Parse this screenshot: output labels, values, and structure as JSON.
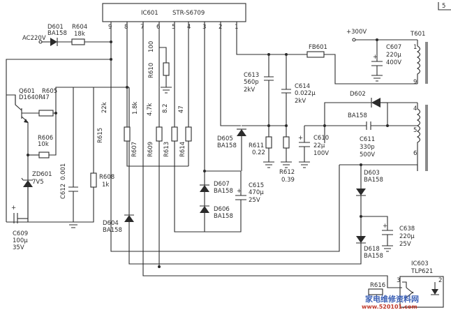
{
  "ic": {
    "ref": "IC601",
    "part": "STR-S6709",
    "pins": [
      "9",
      "8",
      "7",
      "6",
      "5",
      "4",
      "3",
      "2",
      "1"
    ]
  },
  "input": {
    "ac": "AC220V"
  },
  "d601": {
    "ref": "D601",
    "part": "BA158"
  },
  "r604": {
    "ref": "R604",
    "val": "18k"
  },
  "q601": {
    "ref": "Q601",
    "part": "D1640R"
  },
  "r605": {
    "ref": "R605",
    "val": "47"
  },
  "r606": {
    "ref": "R606",
    "val": "10k"
  },
  "zd601": {
    "ref": "ZD601",
    "val": "7V5"
  },
  "c609": {
    "ref": "C609",
    "cap": "100μ",
    "volt": "35V"
  },
  "c612": {
    "ref": "C612",
    "val": "0.001"
  },
  "r608": {
    "ref": "R608",
    "val": "1k"
  },
  "d604": {
    "ref": "D604",
    "part": "BA158"
  },
  "r615": {
    "ref": "R615",
    "val": "22k"
  },
  "r607": {
    "ref": "R607",
    "val": "1.8k"
  },
  "r609": {
    "ref": "R609",
    "val": "4.7k"
  },
  "r610": {
    "ref": "R610",
    "val": "100"
  },
  "r613": {
    "ref": "R613",
    "val": "8.2"
  },
  "r614": {
    "ref": "R614",
    "val": "47"
  },
  "c613": {
    "ref": "C613",
    "cap": "560p",
    "volt": "2kV"
  },
  "c614": {
    "ref": "C614",
    "cap": "0.022μ",
    "volt": "2kV"
  },
  "fb601": {
    "ref": "FB601"
  },
  "hv": {
    "label": "+300V"
  },
  "c607": {
    "ref": "C607",
    "cap": "220μ",
    "volt": "400V"
  },
  "t601": {
    "ref": "T601",
    "pins": [
      "1",
      "9",
      "4",
      "5",
      "6"
    ]
  },
  "d605": {
    "ref": "D605",
    "part": "BA158"
  },
  "r611": {
    "ref": "R611",
    "val": "0.22"
  },
  "r612": {
    "ref": "R612",
    "val": "0.39"
  },
  "c610": {
    "ref": "C610",
    "cap": "22μ",
    "volt": "100V"
  },
  "d602": {
    "ref": "D602",
    "part": "BA158"
  },
  "c611": {
    "ref": "C611",
    "cap": "330p",
    "volt": "500V"
  },
  "d607": {
    "ref": "D607",
    "part": "BA158"
  },
  "d606": {
    "ref": "D606",
    "part": "BA158"
  },
  "c615": {
    "ref": "C615",
    "cap": "470μ",
    "volt": "25V"
  },
  "d603": {
    "ref": "D603",
    "part": "BA158"
  },
  "c638": {
    "ref": "C638",
    "cap": "220μ",
    "volt": "25V"
  },
  "d618": {
    "ref": "D618",
    "part": "BA158"
  },
  "ic603": {
    "ref": "IC603",
    "part": "TLP621",
    "pins": [
      "3",
      "2"
    ]
  },
  "r616": {
    "ref": "R616"
  },
  "corner": {
    "text": "5"
  },
  "watermark": {
    "cn": "家电维修资料网",
    "url": "www.520101.com"
  }
}
